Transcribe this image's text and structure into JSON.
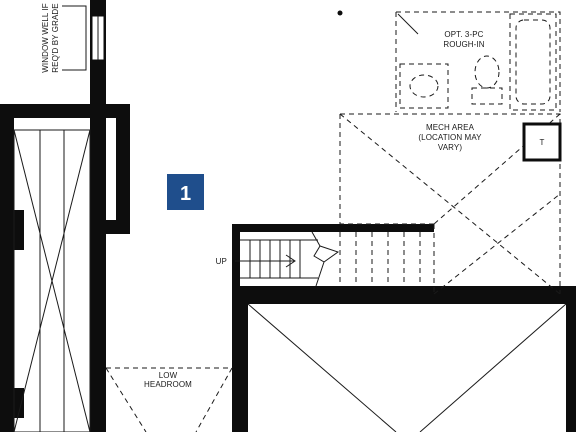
{
  "labels": {
    "window_well": [
      "WINDOW WELL IF",
      "REQ'D BY GRADE"
    ],
    "bath": [
      "OPT. 3-PC",
      "ROUGH-IN"
    ],
    "mech": [
      "MECH AREA",
      "(LOCATION MAY",
      "VARY)"
    ],
    "low_headroom": [
      "LOW",
      "HEADROOM"
    ],
    "up": "UP",
    "tank": "T",
    "room_number": "1"
  },
  "colors": {
    "wall": "#0d0d0d",
    "badge": "#1f4e8c",
    "line": "#1a1a1a"
  }
}
